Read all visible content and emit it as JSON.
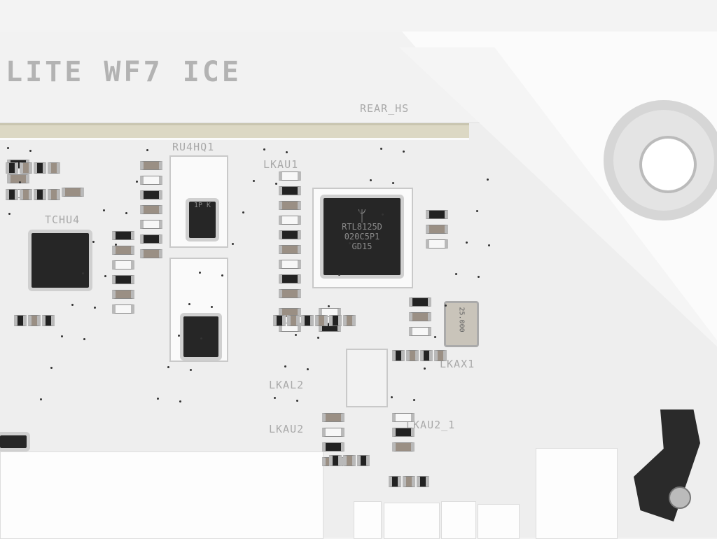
{
  "board": {
    "model_text": "LITE WF7 ICE",
    "labels": {
      "rear_hs": "REAR_HS",
      "ru4hq1": "RU4HQ1",
      "lkau1": "LKAU1",
      "tchu4": "TCHU4",
      "lkal2": "LKAL2",
      "lkau2": "LKAU2",
      "lkau2_1": "LKAU2_1",
      "lkax1": "LKAX1"
    },
    "lan_chip": {
      "line1": "RTL8125D",
      "line2": "020C5P1",
      "line3": "GD15"
    },
    "crystal_text": "25.000",
    "sot_marking": "1P K"
  },
  "colors": {
    "pcb": "#eeeeee",
    "chip": "#262626",
    "silkscreen": "#a9a9a9"
  }
}
